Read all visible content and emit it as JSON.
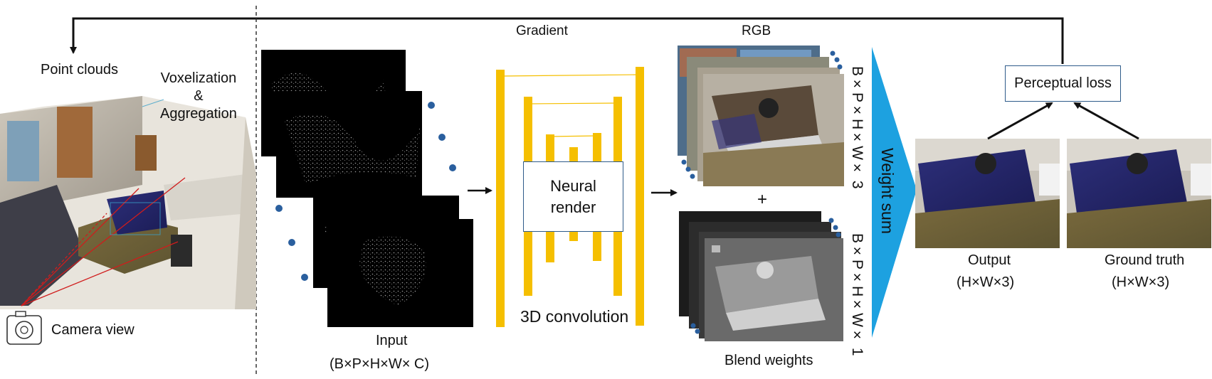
{
  "labels": {
    "point_clouds": "Point clouds",
    "voxelization": "Voxelization\n&\nAggregation",
    "camera_view": "Camera view",
    "gradient": "Gradient",
    "rgb": "RGB",
    "input": "Input",
    "input_shape": "(B×P×H×W× C)",
    "neural_render": "Neural\nrender",
    "conv3d": "3D convolution",
    "plus": "+",
    "blend_weights": "Blend weights",
    "rgb_shape": "B×P×H×W× 3",
    "blend_shape": "B×P×H×W× 1",
    "weight_sum": "Weight sum",
    "perceptual_loss": "Perceptual loss",
    "output": "Output",
    "output_shape": "(H×W×3)",
    "ground_truth": "Ground truth",
    "gt_shape": "(H×W×3)"
  },
  "colors": {
    "unet_bar": "#f5bf00",
    "weight_sum_triangle": "#1da1e0",
    "dot": "#2a5f9e",
    "box_border": "#2e5b8a",
    "camera_ray": "#d01c1c"
  }
}
